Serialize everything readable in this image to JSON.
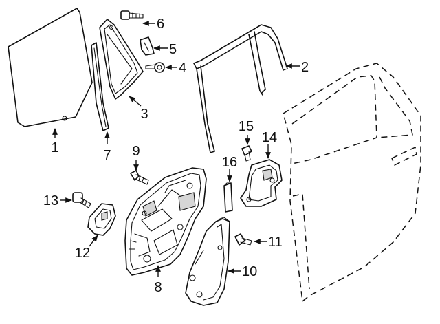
{
  "diagram": {
    "callouts": [
      {
        "id": "1",
        "label": "1"
      },
      {
        "id": "2",
        "label": "2"
      },
      {
        "id": "3",
        "label": "3"
      },
      {
        "id": "4",
        "label": "4"
      },
      {
        "id": "5",
        "label": "5"
      },
      {
        "id": "6",
        "label": "6"
      },
      {
        "id": "7",
        "label": "7"
      },
      {
        "id": "8",
        "label": "8"
      },
      {
        "id": "9",
        "label": "9"
      },
      {
        "id": "10",
        "label": "10"
      },
      {
        "id": "11",
        "label": "11"
      },
      {
        "id": "12",
        "label": "12"
      },
      {
        "id": "13",
        "label": "13"
      },
      {
        "id": "14",
        "label": "14"
      },
      {
        "id": "15",
        "label": "15"
      },
      {
        "id": "16",
        "label": "16"
      }
    ],
    "colors": {
      "ink": "#111111",
      "background": "#ffffff",
      "shade": "#d6d6d6"
    }
  }
}
